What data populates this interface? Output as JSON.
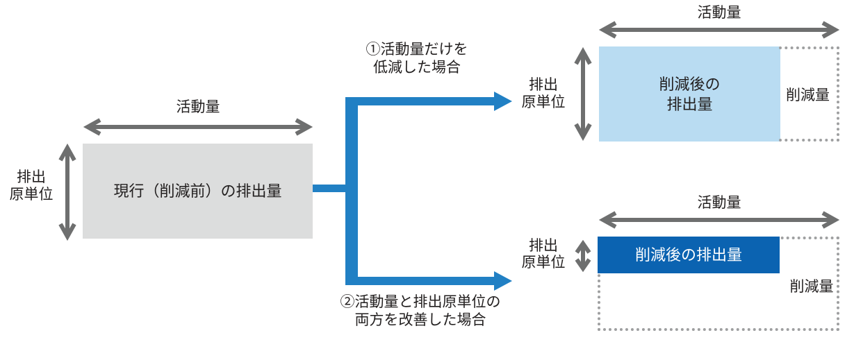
{
  "diagram": {
    "title_semantics": "emission-reduction-concept-diagram",
    "before": {
      "activity_label": "活動量",
      "intensity_label_line1": "排出",
      "intensity_label_line2": "原単位",
      "box_label": "現行（削減前）の排出量"
    },
    "case1": {
      "branch_label_line1": "①活動量だけを",
      "branch_label_line2": "低減した場合",
      "activity_label": "活動量",
      "intensity_label_line1": "排出",
      "intensity_label_line2": "原単位",
      "box_label_line1": "削減後の",
      "box_label_line2": "排出量",
      "reduction_label": "削減量"
    },
    "case2": {
      "branch_label_line1": "②活動量と排出原単位の",
      "branch_label_line2": "両方を改善した場合",
      "activity_label": "活動量",
      "intensity_label_line1": "排出",
      "intensity_label_line2": "原単位",
      "box_label": "削減後の排出量",
      "reduction_label": "削減量"
    },
    "colors": {
      "before_box": "#dcdddd",
      "case1_box": "#b9dcf2",
      "case2_box": "#0b63b1",
      "connector_blue": "#2180c4",
      "arrow_gray": "#6e6f6f",
      "dotted_gray": "#9e9fa0",
      "text": "#221f1f",
      "text_on_dark": "#ffffff"
    }
  }
}
